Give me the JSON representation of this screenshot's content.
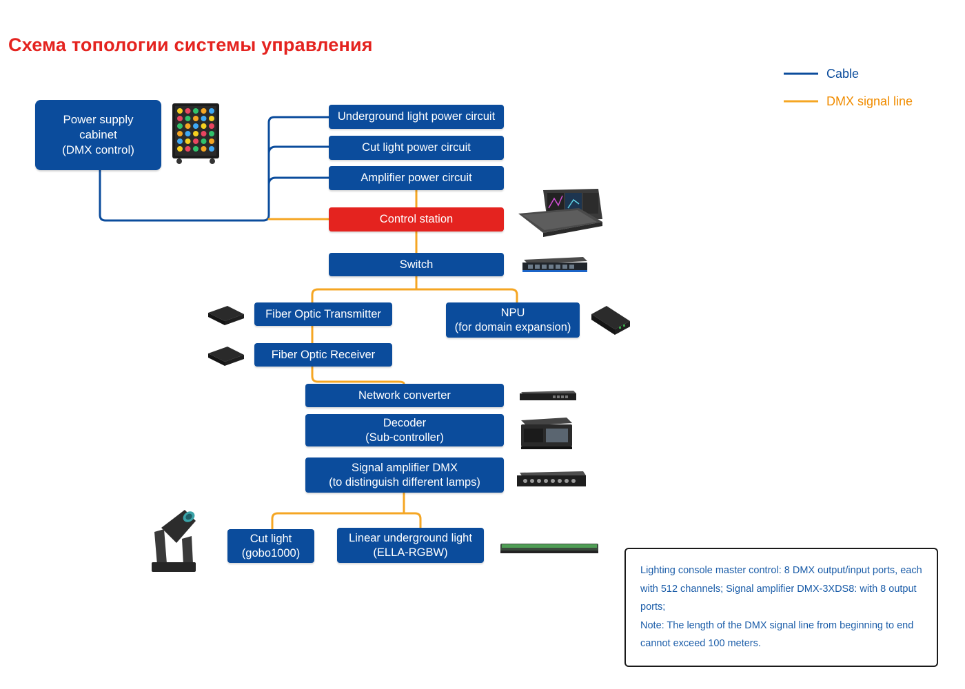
{
  "title": "Схема топологии системы управления",
  "legend": {
    "cable": {
      "label": "Cable",
      "color": "#0b4c9c"
    },
    "dmx": {
      "label": "DMX signal line",
      "color": "#f5a623"
    }
  },
  "nodes": {
    "power_cabinet": "Power supply\ncabinet\n(DMX control)",
    "underground_power": "Underground light power circuit",
    "cut_power": "Cut light power circuit",
    "amplifier_power": "Amplifier power circuit",
    "control_station": "Control station",
    "switch": "Switch",
    "fiber_tx": "Fiber Optic Transmitter",
    "npu": "NPU\n(for domain expansion)",
    "fiber_rx": "Fiber Optic Receiver",
    "network_converter": "Network converter",
    "decoder": "Decoder\n(Sub-controller)",
    "signal_amplifier": "Signal amplifier DMX\n(to distinguish different lamps)",
    "cut_light": "Cut light\n(gobo1000)",
    "linear_light": "Linear underground light\n(ELLA-RGBW)"
  },
  "note": {
    "line1": "Lighting console master control: 8 DMX output/input ports, each with 512 channels; Signal amplifier DMX-3XDS8: with 8 output ports;",
    "line2": "Note: The length of the DMX signal line from beginning to end cannot exceed 100 meters."
  },
  "colors": {
    "node": "#0b4c9c",
    "highlight": "#e4231f",
    "title": "#e4231f",
    "note_text": "#1a5ca8"
  }
}
